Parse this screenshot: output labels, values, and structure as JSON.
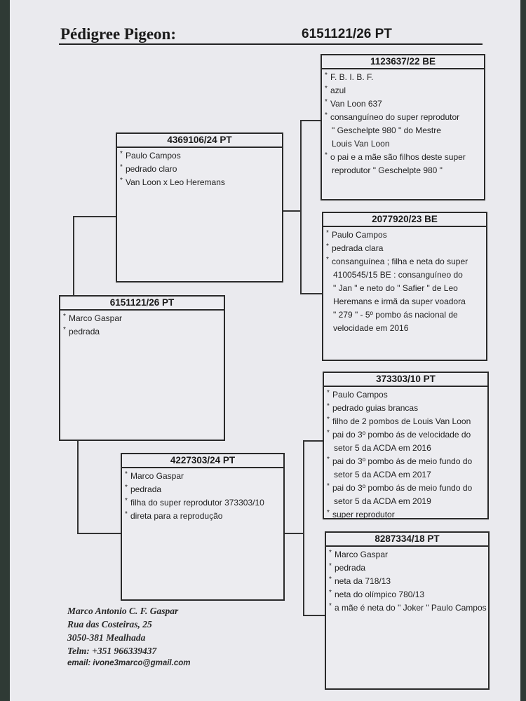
{
  "header": {
    "title": "Pédigree Pigeon:",
    "ring": "6151121/26   PT"
  },
  "subject": {
    "ring": "6151121/26   PT",
    "notes": [
      "Marco Gaspar",
      "pedrada"
    ]
  },
  "sire": {
    "ring": "4369106/24   PT",
    "notes": [
      "Paulo Campos",
      "pedrado claro",
      "Van Loon x Leo Heremans"
    ]
  },
  "dam": {
    "ring": "4227303/24   PT",
    "notes": [
      "Marco Gaspar",
      "pedrada",
      "filha do super reprodutor 373303/10",
      "direta para a reprodução"
    ]
  },
  "sire_sire": {
    "ring": "1123637/22   BE",
    "notes": [
      {
        "t": "F. B. I. B. F.",
        "c": false
      },
      {
        "t": "azul",
        "c": false
      },
      {
        "t": "Van Loon 637",
        "c": false
      },
      {
        "t": "consanguíneo do super reprodutor",
        "c": false
      },
      {
        "t": "\" Geschelpte 980 \" do Mestre",
        "c": true
      },
      {
        "t": "Louis Van Loon",
        "c": true
      },
      {
        "t": "o pai e a mãe são filhos deste super",
        "c": false
      },
      {
        "t": "reprodutor \" Geschelpte 980 \"",
        "c": true
      }
    ]
  },
  "sire_dam": {
    "ring": "2077920/23   BE",
    "notes": [
      {
        "t": "Paulo Campos",
        "c": false
      },
      {
        "t": "pedrada clara",
        "c": false
      },
      {
        "t": "consanguínea ; filha e neta do super",
        "c": false
      },
      {
        "t": "4100545/15 BE : consanguíneo do",
        "c": true
      },
      {
        "t": "\" Jan \" e neto do \" Safier \" de Leo",
        "c": true
      },
      {
        "t": "Heremans e irmã da super voadora",
        "c": true
      },
      {
        "t": "\" 279 \" - 5º pombo ás nacional de",
        "c": true
      },
      {
        "t": "velocidade em 2016",
        "c": true
      }
    ]
  },
  "dam_sire": {
    "ring": "373303/10   PT",
    "notes": [
      {
        "t": "Paulo Campos",
        "c": false
      },
      {
        "t": "pedrado guias brancas",
        "c": false
      },
      {
        "t": "filho de 2 pombos de Louis Van Loon",
        "c": false
      },
      {
        "t": "pai do 3º pombo ás de velocidade do",
        "c": false
      },
      {
        "t": "setor 5 da ACDA em 2016",
        "c": true
      },
      {
        "t": "pai do 3º pombo ás de meio fundo do",
        "c": false
      },
      {
        "t": "setor 5 da ACDA em 2017",
        "c": true
      },
      {
        "t": "pai do 3º pombo ás de meio fundo do",
        "c": false
      },
      {
        "t": "setor 5 da ACDA em 2019",
        "c": true
      },
      {
        "t": "super reprodutor",
        "c": false
      }
    ]
  },
  "dam_dam": {
    "ring": "8287334/18   PT",
    "notes": [
      {
        "t": "Marco Gaspar",
        "c": false
      },
      {
        "t": "pedrada",
        "c": false
      },
      {
        "t": "neta da 718/13",
        "c": false
      },
      {
        "t": "neta do olímpico 780/13",
        "c": false
      },
      {
        "t": "a mãe é neta do \" Joker \" Paulo Campos",
        "c": false
      }
    ]
  },
  "owner": {
    "name": "Marco Antonio C. F. Gaspar",
    "street": "Rua das Costeiras, 25",
    "city": "3050-381 Mealhada",
    "phone": "Telm: +351 966339437",
    "email": "email: ivone3marco@gmail.com"
  }
}
